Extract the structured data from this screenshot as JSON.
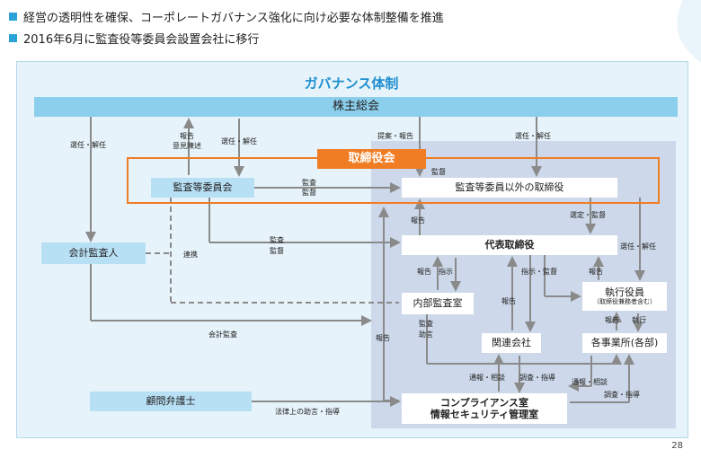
{
  "bullets": [
    "経営の透明性を確保、コーポレートガバナンス強化に向け必要な体制整備を推進",
    "2016年6月に監査役等委員会設置会社に移行"
  ],
  "diagram": {
    "title": "ガバナンス体制",
    "nodes": {
      "shareholders": "株主総会",
      "board": "取締役会",
      "audit_committee": "監査等委員会",
      "other_directors": "監査等委員以外の取締役",
      "accounting_auditor": "会計監査人",
      "representative": "代表取締役",
      "internal_audit": "内部監査室",
      "executive_officers_line1": "執行役員",
      "executive_officers_line2": "（取締役兼務者含む）",
      "related_companies": "関連会社",
      "divisions": "各事業所(各部)",
      "lawyer": "顧問弁護士",
      "compliance_line1": "コンプライアンス室",
      "compliance_line2": "情報セキュリティ管理室"
    },
    "labels": {
      "elect_dismiss_left": "選任・解任",
      "report_opinion_1": "報告",
      "report_opinion_2": "意見陳述",
      "elect_dismiss_ac": "選任・解任",
      "propose_report": "提案・報告",
      "elect_dismiss_right": "選任・解任",
      "supervise_top": "監督",
      "audit_supervise_1": "監査",
      "audit_supervise_2": "監督",
      "report_board": "報告",
      "appoint_supervise": "選定・監督",
      "audit_supervise_rep_1": "監査",
      "audit_supervise_rep_2": "監督",
      "cooperation": "連携",
      "elect_dismiss_exec": "選任・解任",
      "report_ia": "報告",
      "instruct_ia": "指示",
      "instruct_supervise": "指示・監督",
      "report_exec": "報告",
      "report_rep": "報告",
      "audit_advice_1": "監査",
      "audit_advice_2": "助言",
      "report_exec2": "報告",
      "execute": "執行",
      "accounting_audit": "会計監査",
      "report_left": "報告",
      "notify_consult_1": "通報・相談",
      "investigate_guide_1": "調査・指導",
      "notify_consult_2": "通報・相談",
      "investigate_guide_2": "調査・指導",
      "legal_advice": "法律上の助言・指導"
    }
  },
  "page_number": "28"
}
